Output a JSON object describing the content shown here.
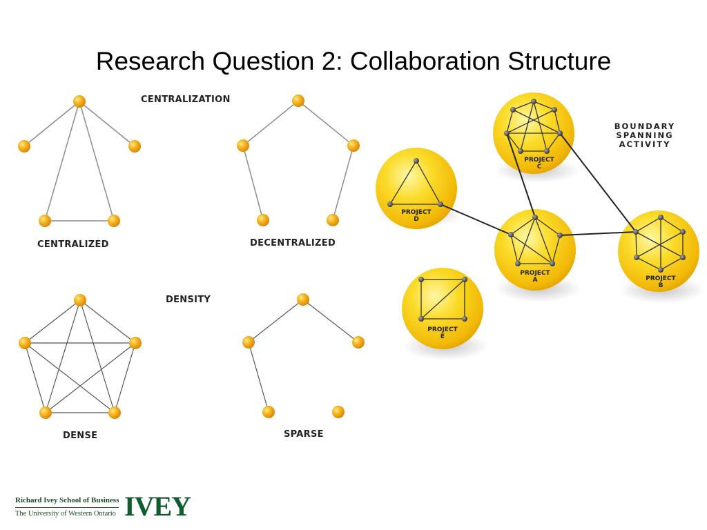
{
  "title": "Research Question 2: Collaboration Structure",
  "sections": {
    "centralization": "CENTRALIZATION",
    "density": "DENSITY"
  },
  "captions": {
    "centralized": "CENTRALIZED",
    "decentralized": "DECENTRALIZED",
    "dense": "DENSE",
    "sparse": "SPARSE"
  },
  "boundary": {
    "lines": [
      "BOUNDARY",
      "SPANNING",
      "ACTIVITY"
    ]
  },
  "projects": {
    "a": {
      "word": "PROJECT",
      "letter": "A"
    },
    "b": {
      "word": "PROJECT",
      "letter": "B"
    },
    "c": {
      "word": "PROJECT",
      "letter": "C"
    },
    "d": {
      "word": "PROJECT",
      "letter": "D"
    },
    "e": {
      "word": "PROJECT",
      "letter": "E"
    }
  },
  "footer": {
    "school": "Richard Ivey School of Business",
    "university": "The University of Western Ontario",
    "logo": "IVEY"
  },
  "colors": {
    "node_orange": "#f2a21a",
    "disc_yellow": "#f8cf14",
    "edge_gray": "#888888",
    "logo_green": "#0f5c2e"
  }
}
